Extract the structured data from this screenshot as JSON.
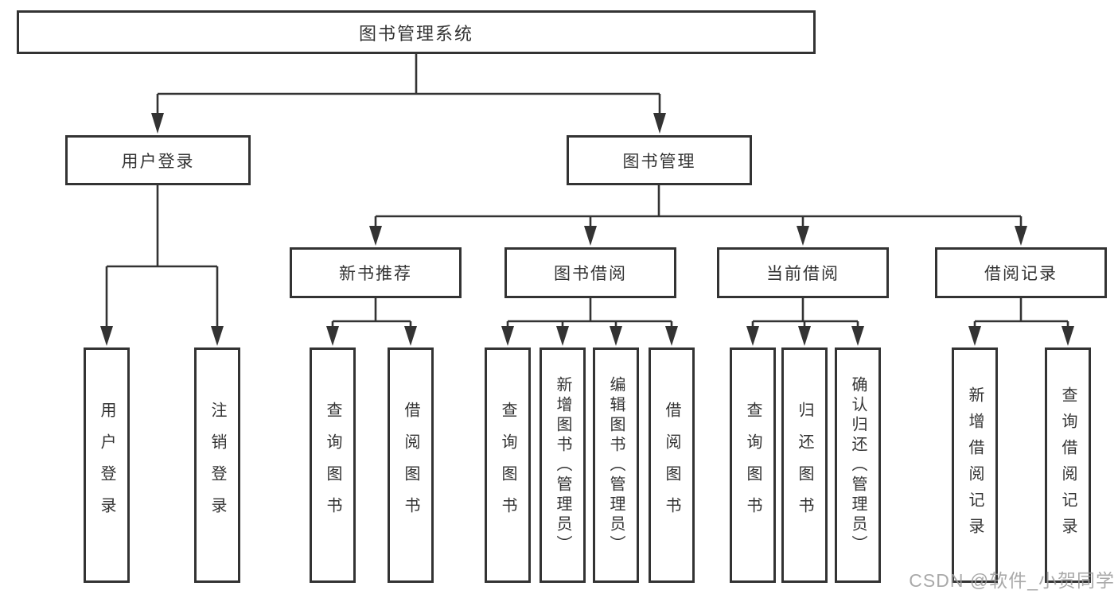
{
  "root": {
    "label": "图书管理系统"
  },
  "user_login": {
    "label": "用户登录",
    "children": [
      {
        "label": "用户登录"
      },
      {
        "label": "注销登录"
      }
    ]
  },
  "book_mgmt": {
    "label": "图书管理",
    "groups": [
      {
        "label": "新书推荐",
        "children": [
          {
            "label": "查询图书"
          },
          {
            "label": "借阅图书"
          }
        ]
      },
      {
        "label": "图书借阅",
        "children": [
          {
            "label": "查询图书"
          },
          {
            "label": "新增图书（管理员）"
          },
          {
            "label": "编辑图书（管理员）"
          },
          {
            "label": "借阅图书"
          }
        ]
      },
      {
        "label": "当前借阅",
        "children": [
          {
            "label": "查询图书"
          },
          {
            "label": "归还图书"
          },
          {
            "label": "确认归还（管理员）"
          }
        ]
      },
      {
        "label": "借阅记录",
        "children": [
          {
            "label": "新增借阅记录"
          },
          {
            "label": "查询借阅记录"
          }
        ]
      }
    ]
  },
  "watermark": {
    "text": "CSDN @软件_小贺同学"
  },
  "colors": {
    "line": "#333333",
    "box_fill": "#ffffff",
    "watermark": "#9b9b9b"
  }
}
